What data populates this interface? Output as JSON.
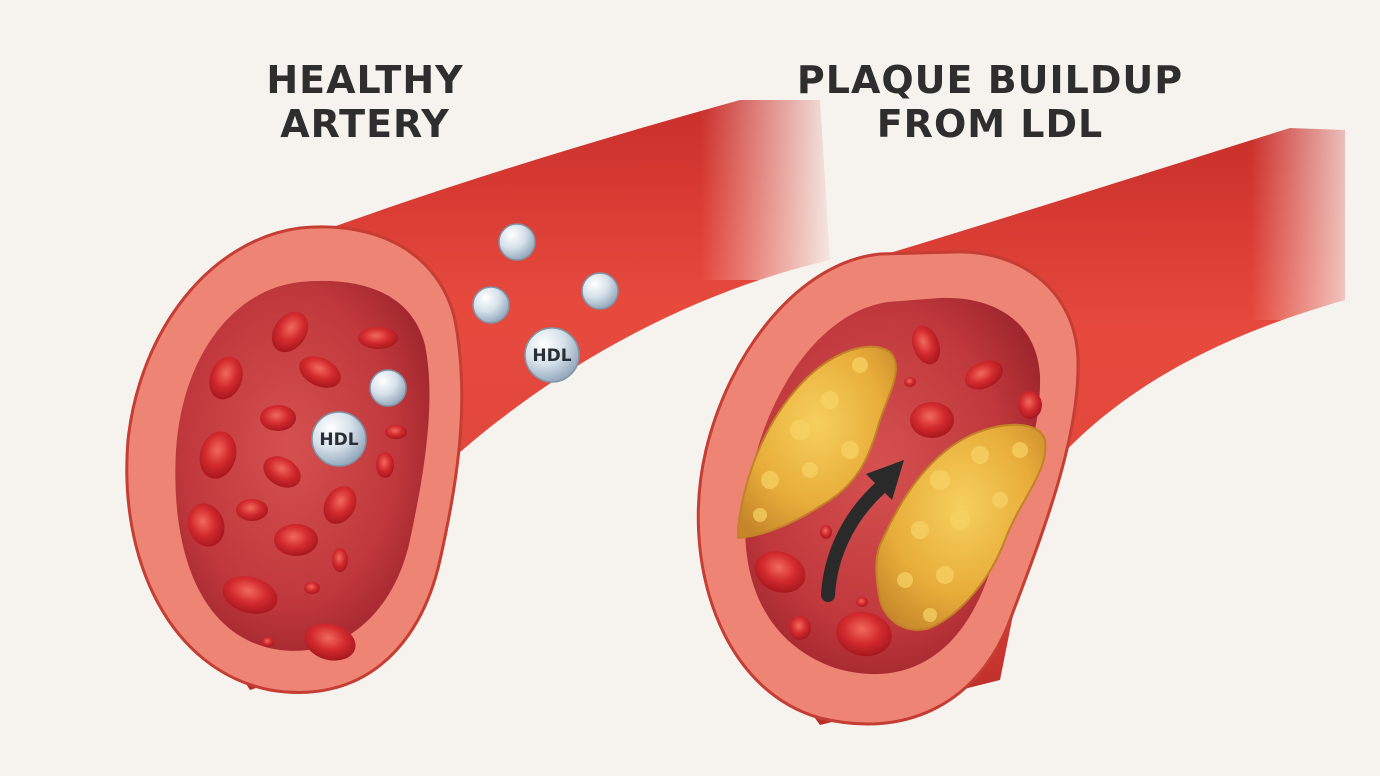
{
  "panels": {
    "healthy": {
      "title": "HEALTHY\nARTERY",
      "particle_label": "HDL",
      "particle_label_2": "HDL"
    },
    "plaque": {
      "title": "PLAQUE BUILDUP\nFROM LDL"
    }
  },
  "colors": {
    "background": "#f6f3ee",
    "title_text": "#2e2e2e",
    "artery_outer": "#e0463c",
    "artery_wall": "#ef8a78",
    "lumen": "#b9323a",
    "red_blood_cell": "#c8232b",
    "hdl_particle": "#c9d7e4",
    "plaque": "#e3a93a",
    "arrow": "#2a2a2a"
  }
}
